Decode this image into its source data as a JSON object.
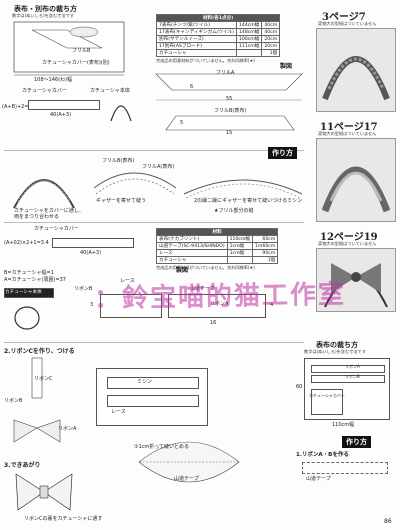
{
  "top_left": {
    "title": "表布・別布の裁ち方",
    "note": "数字は(ぬいしろ)を含む寸法です",
    "frill_label": "フリルB",
    "width_note": "108～146(わ)幅",
    "cut_label": "カチューシャカバー(表布)(別)"
  },
  "headband_cover": {
    "label_cover": "カチューシャカバー",
    "label_body": "カチューシャ本体",
    "width": "40(A+3)",
    "formula": "(A+B)+2=16"
  },
  "material_table_1": {
    "header": "材料(各1点分)",
    "rows": [
      [
        "7表布(チンツ/紫/ツイル)",
        "144cm幅",
        "40cm"
      ],
      [
        "17表布(キャンディギンガム/ツイル)",
        "148cm幅",
        "40cm"
      ],
      [
        "別布(サテンルイーズ)",
        "106cm幅",
        "20cm"
      ],
      [
        "17別布(ASブロード)",
        "111cm幅",
        "20cm"
      ],
      [
        "カチューシャ",
        "",
        "1個"
      ]
    ],
    "note": "完成品の用意材料がついていません。合わ同様率(★)"
  },
  "cutting_diagram_1": {
    "frill_a": "フリルA",
    "frill_b": "フリルB(表布)",
    "dim_15": "15",
    "dim_55": "55",
    "dim_6": "6",
    "dim_5": "5",
    "label": "製図"
  },
  "method_1": {
    "tag": "作り方",
    "label_a": "フリルB(表布)",
    "label_b": "フリルA(表布)",
    "label_c": "カチューシャをカバーに通し、両をまつり合わせる",
    "label_d": "ギャザーを寄せて縫う",
    "label_e": "2の縁ニ縁にギャザーを寄せて縫いつけるミシン",
    "label_f": "★フリル部分の縫"
  },
  "headband_cover_2": {
    "label": "カチューシャカバー",
    "formula": "(A+02)×2+1=3.4",
    "width": "40(A+3)",
    "headband_body": "カチューシャ本体",
    "notes": [
      "B=カチューシャ幅=1",
      "A=カチューシャ(周囲)=37"
    ]
  },
  "material_table_2": {
    "header": "材料",
    "rows": [
      [
        "表布(ナカプリント)",
        "110cm幅",
        "60cm"
      ],
      [
        "山道テープ(SC-9413/SHINDO)",
        "1cm幅",
        "1m60cm"
      ],
      [
        "レース",
        "1cm幅",
        "90cm"
      ],
      [
        "カチューシャ",
        "",
        "1個"
      ]
    ],
    "note": "完成品の用意材料がついていません。合わ同様率(★)"
  },
  "cutting_diagram_2": {
    "label": "製図",
    "ribbon_a": "リボンA",
    "ribbon_b": "リボンB",
    "lace": "レース",
    "mountain_tape": "山道テープ",
    "dim_3": "3",
    "dim_16": "16",
    "dim_4": "4"
  },
  "watermark": "：鈴宝喵的猫工作室",
  "pages": [
    {
      "label": "3ページ7",
      "note": "実物大の型紙はついていません"
    },
    {
      "label": "11ページ17",
      "note": "実物大の型紙はついていません"
    },
    {
      "label": "12ページ19",
      "note": "実物大の型紙はついていません"
    }
  ],
  "step2": {
    "title": "2.リボンCを作り、つける",
    "ribbon_c": "リボンC",
    "ribbon_b": "リボンB",
    "ribbon_a": "リボンA",
    "stitch": "ミシン",
    "lace": "レース",
    "mountain_tape": "山道テープ",
    "fold_note": "①1cm折って縫いとめる"
  },
  "step3": {
    "title": "3.できあがり",
    "note": "リボンCの裏をカチューシャに通す"
  },
  "bottom_right": {
    "title": "表布の裁ち方",
    "note": "数字は(ぬいしろ)を含む寸法です",
    "width": "110cm幅",
    "dim_60": "60",
    "ribbon_a": "リボンA",
    "ribbon_b": "リボンB",
    "cover": "カチューシャカバー",
    "tag": "作り方",
    "step1": "1.リボンA・Bを作る",
    "tape": "山道テープ"
  },
  "page_number": "86",
  "colors": {
    "watermark": "#c02ea0",
    "tag_bg": "#111111"
  }
}
